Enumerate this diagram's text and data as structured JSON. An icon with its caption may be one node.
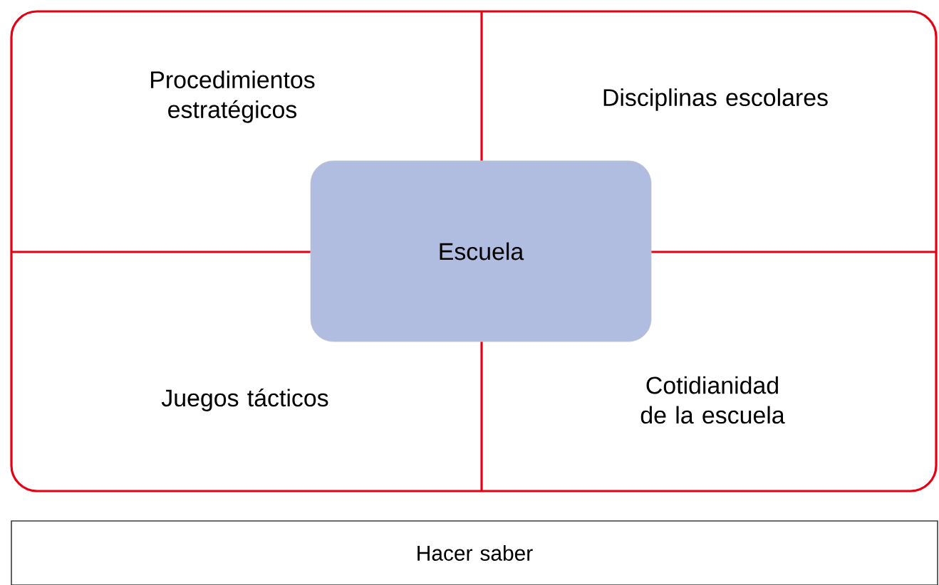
{
  "diagram": {
    "nodes": [
      {
        "text": [],
        "shape": "box"
      },
      {
        "text": [
          "Procedimientos estratégicos"
        ],
        "in": 0
      },
      {
        "text": [
          "Disciplinas escolares"
        ],
        "in": 0
      },
      {
        "text": [
          "Escuela"
        ],
        "in": 0
      },
      {
        "text": [
          "Juegos tácticos"
        ],
        "in": 0
      },
      {
        "text": [
          "Cotidianidad de la escuela"
        ],
        "in": 0
      },
      {
        "text": [
          "Hacer saber"
        ]
      }
    ]
  }
}
